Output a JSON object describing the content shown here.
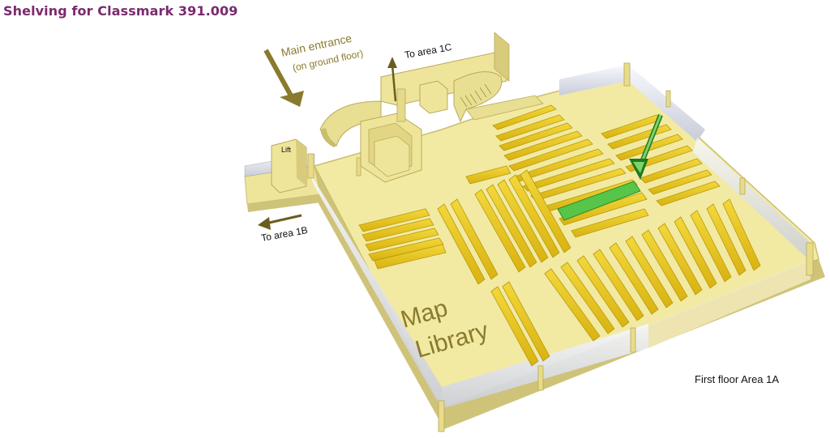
{
  "page": {
    "title": "Shelving for Classmark 391.009"
  },
  "map": {
    "labels": {
      "main_entrance_line1": "Main entrance",
      "main_entrance_line2": "(on ground floor)",
      "to_area_1c": "To area 1C",
      "to_area_1b": "To area 1B",
      "lift": "Lift",
      "map_library_line1": "Map",
      "map_library_line2": "Library",
      "floor_area": "First floor Area 1A"
    },
    "highlighted_shelf": "Classmark 391.009",
    "colors": {
      "title": "#7a2a6f",
      "floor": "#f2eaa2",
      "floor_edge": "#c9bf6e",
      "shelf": "#e8c61a",
      "shelf_dark": "#b89a0e",
      "highlight": "#57c44a",
      "arrow": "#8a7a2e",
      "label": "#8a7a2e"
    },
    "icons": [
      "down-arrow-icon",
      "up-arrow-icon",
      "left-arrow-icon",
      "location-arrow-icon"
    ]
  }
}
